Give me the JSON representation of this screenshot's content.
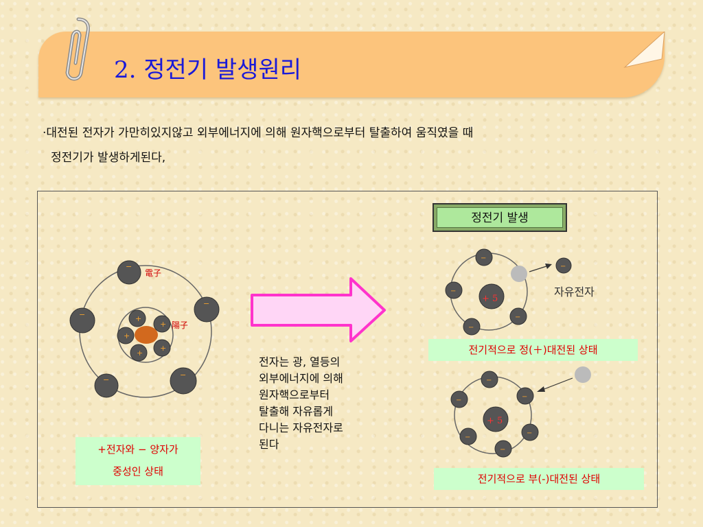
{
  "header": {
    "title": "2. 정전기 발생원리"
  },
  "description": {
    "line1": "·대전된 전자가  가만히있지않고  외부에너지에 의해 원자핵으로부터 탈출하여 움직였을 때",
    "line2": "정전기가  발생하게된다,"
  },
  "neutral_atom": {
    "electron_label": "電子",
    "proton_label": "陽子",
    "caption_line1": "+전자와  − 양자가",
    "caption_line2": "중성인 상태"
  },
  "explanation": {
    "lines": [
      "전자는 광, 열등의",
      "외부에너지에 의해",
      "원자핵으로부터",
      "탈출해 자유롭게",
      "다니는 자유전자로",
      "된다"
    ]
  },
  "static_generation": {
    "heading": "정전기 발생",
    "free_electron_label": "자유전자",
    "positive_nucleus": "+ 5",
    "positive_caption": "전기적으로 정(＋)대전된 상태",
    "negative_nucleus": "+ 5",
    "negative_caption": "전기적으로 부(-)대전된 상태"
  },
  "colors": {
    "banner": "#fcc47c",
    "title": "#1a1ad8",
    "electron": "#555555",
    "nucleus": "#d2691e",
    "arrow_fill": "#ffd6f6",
    "arrow_stroke": "#ff33cc",
    "caption_bg": "#ccffcc",
    "caption_text": "#e00000"
  }
}
